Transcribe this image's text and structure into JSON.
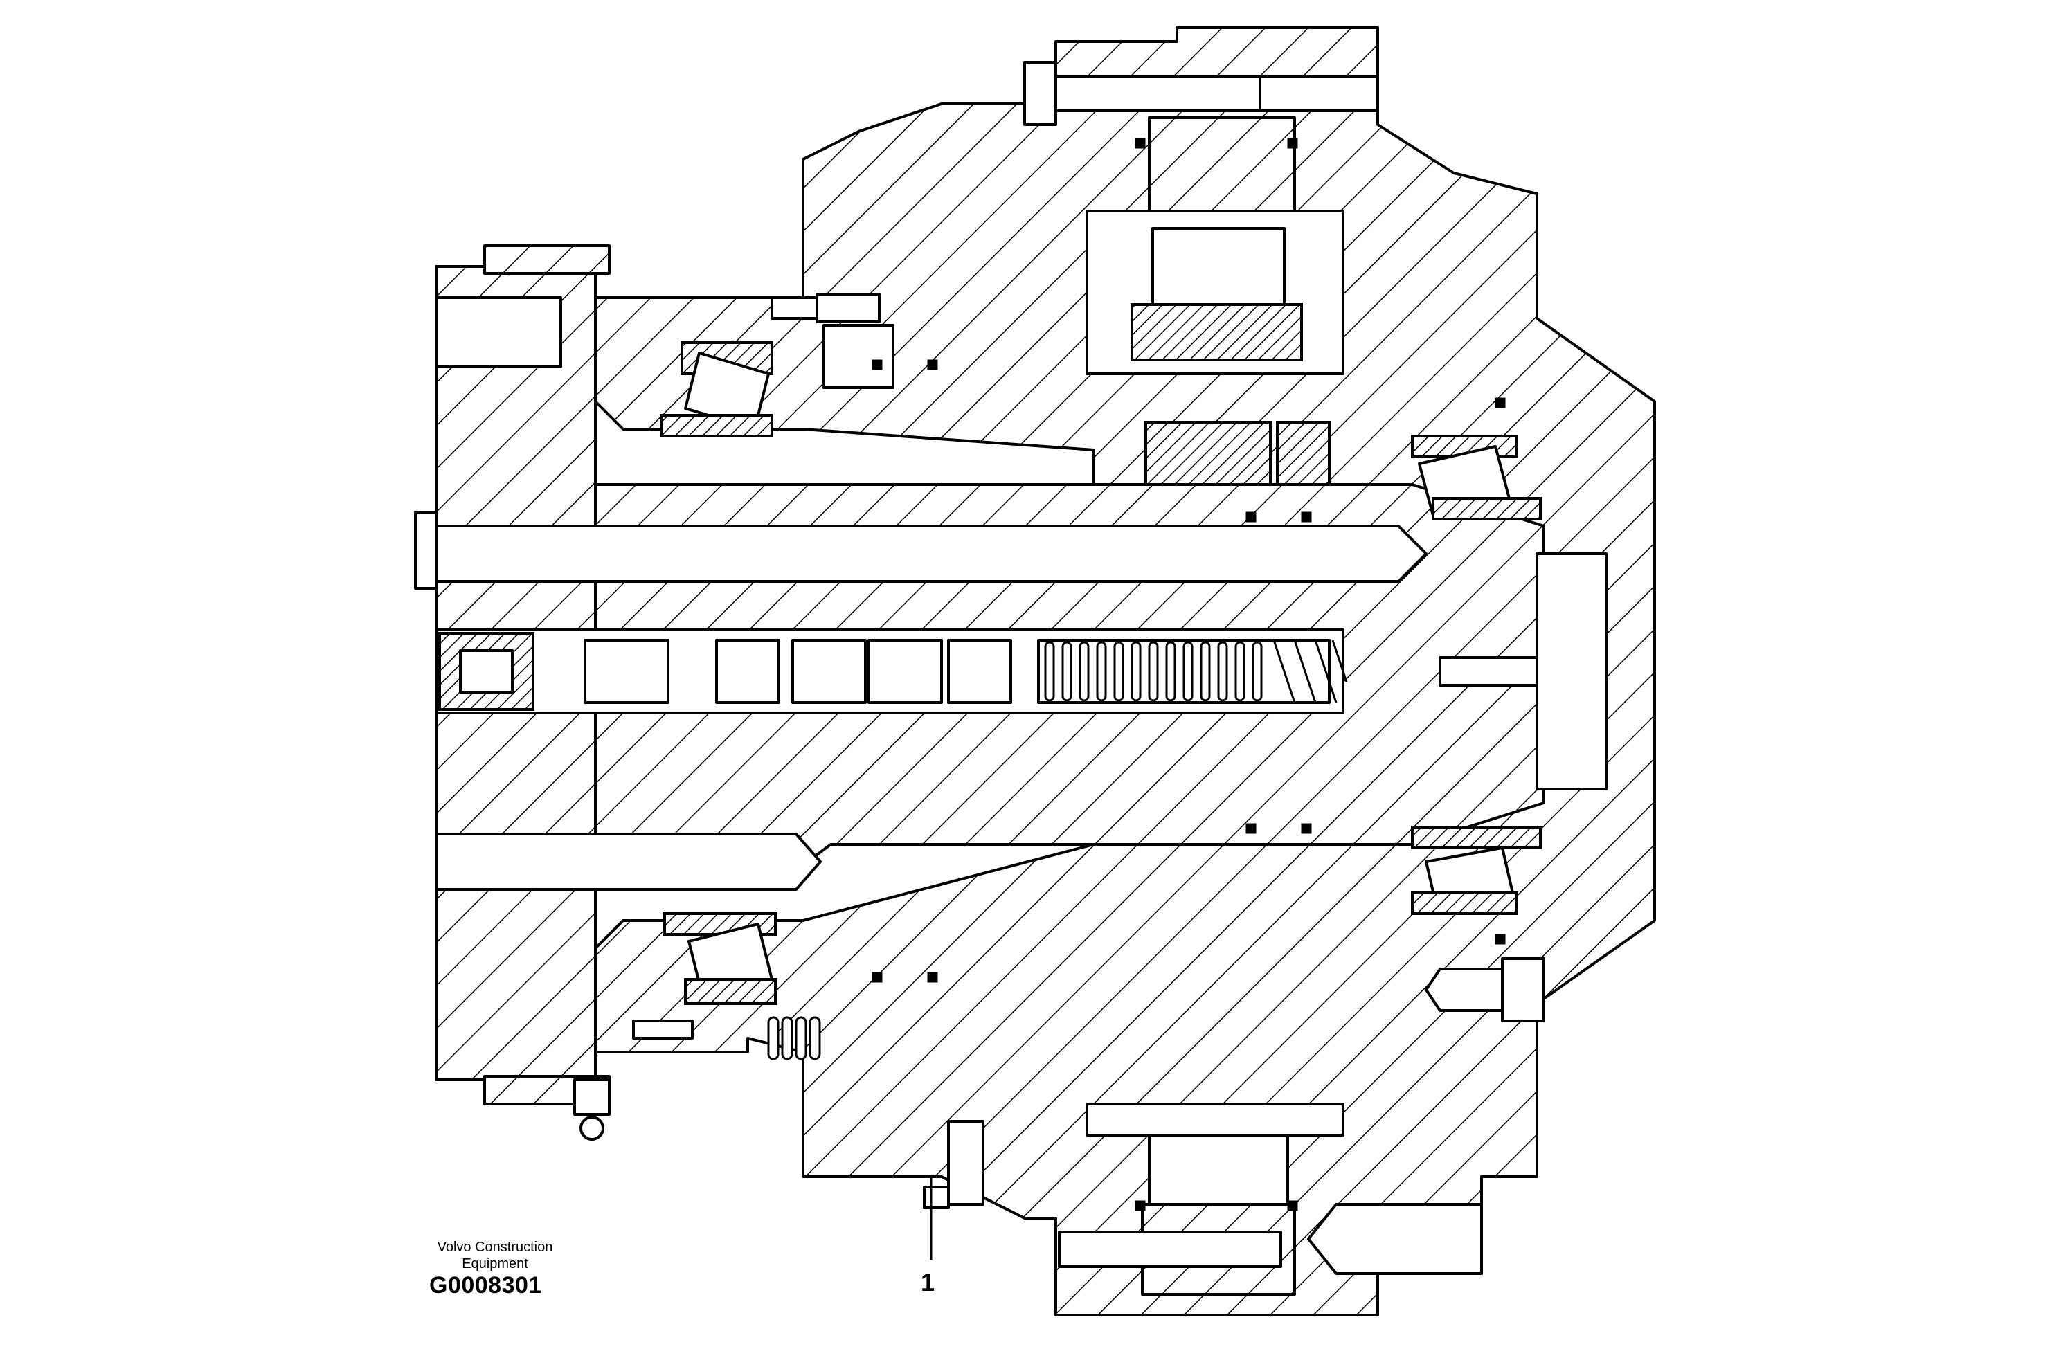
{
  "title_block": {
    "manufacturer": "Volvo Construction Equipment",
    "drawing_number": "G0008301"
  },
  "callouts": [
    {
      "label": "1"
    }
  ]
}
